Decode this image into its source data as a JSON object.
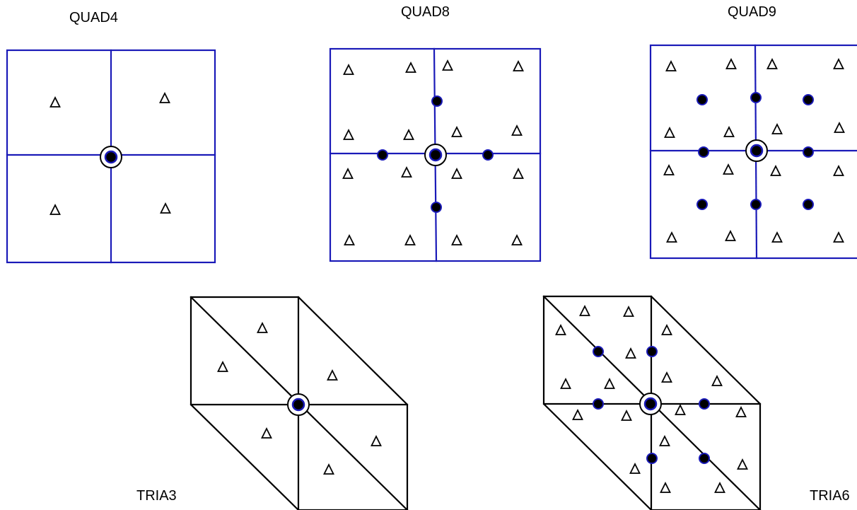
{
  "labels": {
    "quad4": "QUAD4",
    "quad8": "QUAD8",
    "quad9": "QUAD9",
    "tria3": "TRIA3",
    "tria6": "TRIA6"
  },
  "colors": {
    "quad_edge": "#1a1ab8",
    "tri_edge": "#000000",
    "node_fill": "#000000",
    "node_ring": "#1a1ab8",
    "marker": "#000000",
    "background": "#ffffff"
  },
  "legend_symbols": {
    "gauss_point": "triangle-marker",
    "node": "filled-node-dot",
    "shared_node": "ringed-node"
  }
}
